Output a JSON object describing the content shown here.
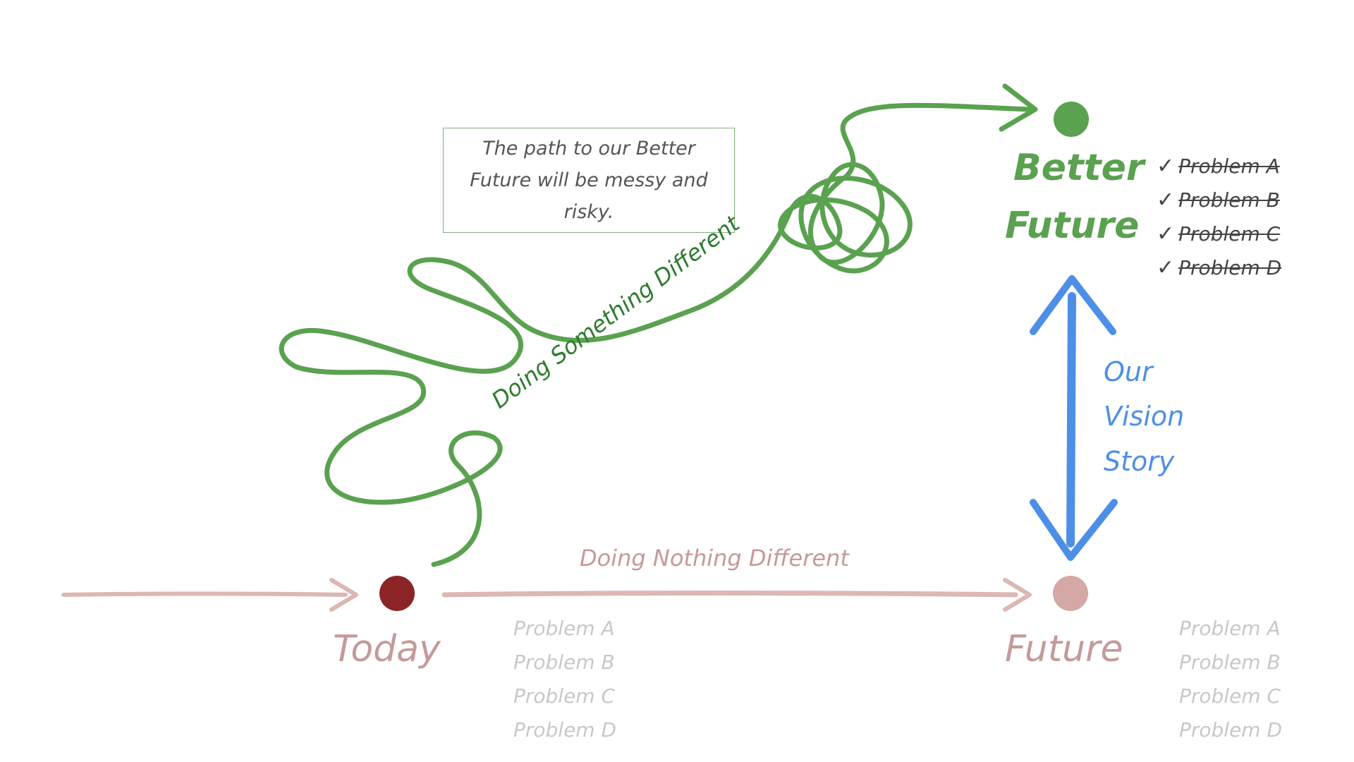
{
  "note": "The path to our Better Future will be messy and risky.",
  "timeline": {
    "today": "Today",
    "future": "Future",
    "better_future_line1": "Better",
    "better_future_line2": "Future",
    "doing_nothing": "Doing Nothing Different",
    "doing_something": "Doing Something Different"
  },
  "vision": [
    "Our",
    "Vision",
    "Story"
  ],
  "today_problems": [
    "Problem A",
    "Problem B",
    "Problem C",
    "Problem D"
  ],
  "future_problems": [
    "Problem A",
    "Problem B",
    "Problem C",
    "Problem D"
  ],
  "better_future_problems": [
    "Problem A",
    "Problem B",
    "Problem C",
    "Problem D"
  ],
  "check_mark": "✓",
  "colors": {
    "today_dot": "#8b2525",
    "future_dot": "#d4a9a5",
    "better_dot": "#5aa150",
    "path_green": "#5aa150",
    "timeline_pink": "#dcb7b3",
    "vision_blue": "#4d8fe6"
  }
}
